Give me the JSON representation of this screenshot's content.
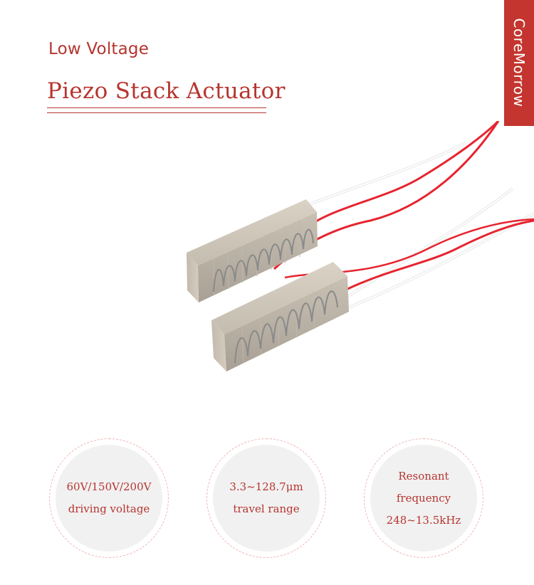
{
  "header": {
    "subtitle": "Low Voltage",
    "title": "Piezo Stack Actuator"
  },
  "brand": {
    "name": "CoreMorrow",
    "color": "#c3352e"
  },
  "accent_color": "#b5352f",
  "features": [
    {
      "lines": [
        "60V/150V/200V",
        "driving voltage"
      ]
    },
    {
      "lines": [
        "3.3~128.7μm",
        "travel range"
      ]
    },
    {
      "lines": [
        "Resonant",
        "frequency",
        "248~13.5kHz"
      ]
    }
  ]
}
